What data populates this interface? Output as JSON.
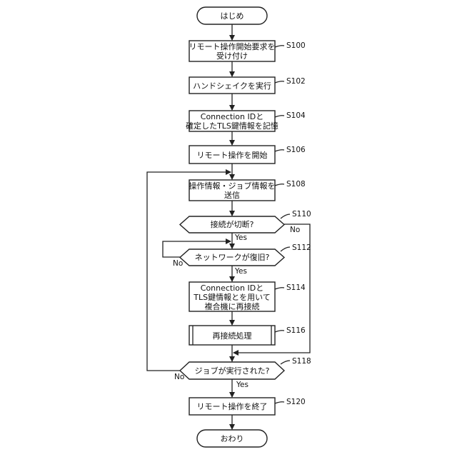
{
  "start": "はじめ",
  "end": "おわり",
  "steps": {
    "s100": {
      "line1": "リモート操作開始要求を",
      "line2": "受け付け",
      "id": "S100"
    },
    "s102": {
      "text": "ハンドシェイクを実行",
      "id": "S102"
    },
    "s104": {
      "line1": "Connection IDと",
      "line2": "確定したTLS鍵情報を記憶",
      "id": "S104"
    },
    "s106": {
      "text": "リモート操作を開始",
      "id": "S106"
    },
    "s108": {
      "line1": "操作情報・ジョブ情報を",
      "line2": "送信",
      "id": "S108"
    },
    "s110": {
      "text": "接続が切断?",
      "id": "S110"
    },
    "s112": {
      "text": "ネットワークが復旧?",
      "id": "S112"
    },
    "s114": {
      "line1": "Connection IDと",
      "line2": "TLS鍵情報とを用いて",
      "line3": "複合機に再接続",
      "id": "S114"
    },
    "s116": {
      "text": "再接続処理",
      "id": "S116"
    },
    "s118": {
      "text": "ジョブが実行された?",
      "id": "S118"
    },
    "s120": {
      "text": "リモート操作を終了",
      "id": "S120"
    }
  },
  "labels": {
    "yes": "Yes",
    "no": "No"
  }
}
